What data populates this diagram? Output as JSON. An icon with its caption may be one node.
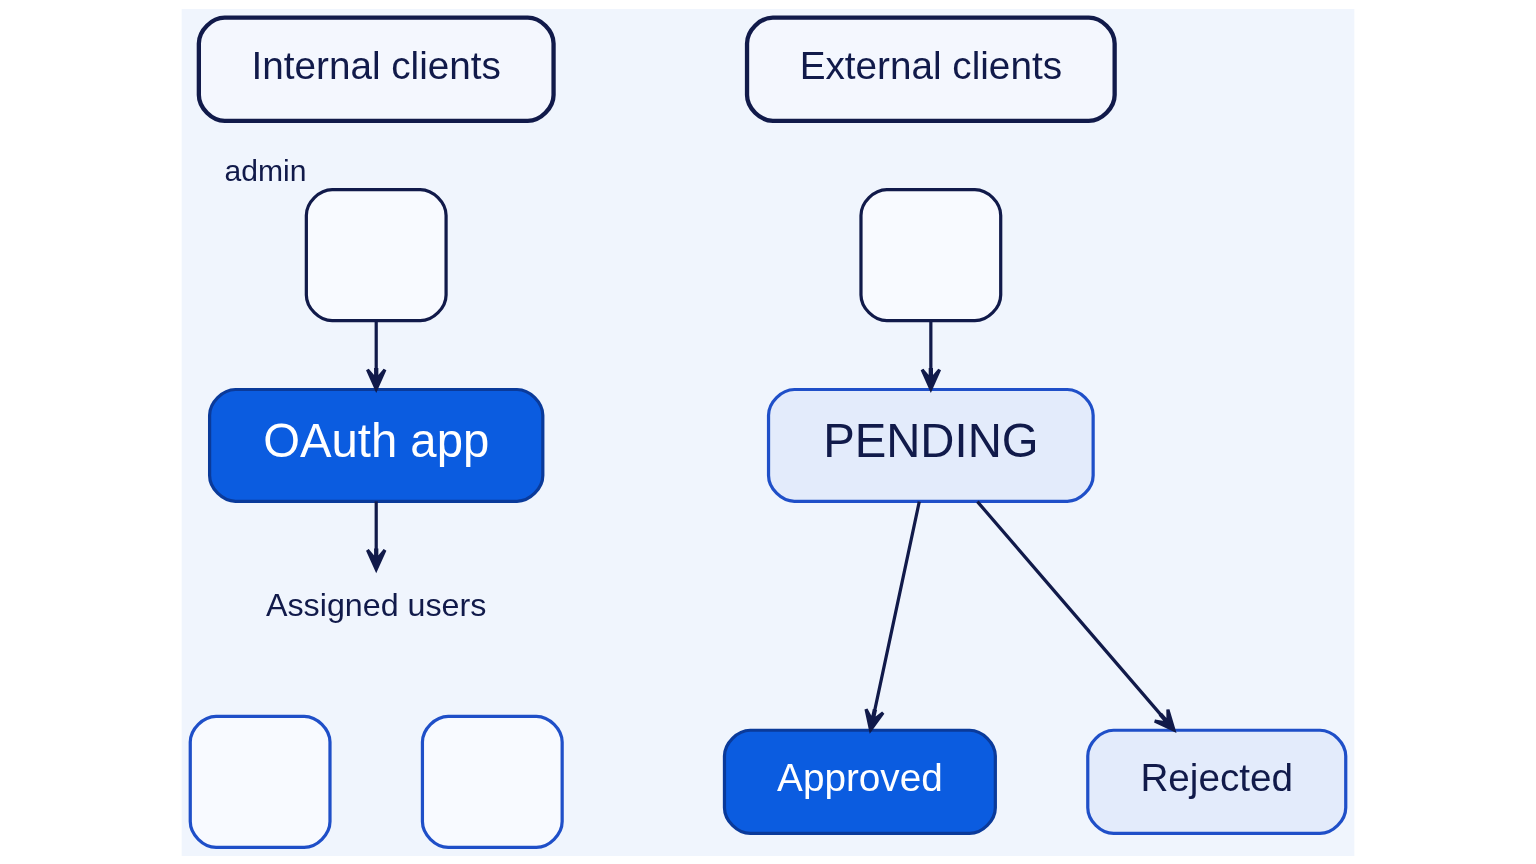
{
  "diagram": {
    "nodes": [
      {
        "text": [
          "Internal clients"
        ]
      },
      {
        "text": [],
        "shape": "person",
        "beside": [
          "admin"
        ]
      },
      {
        "text": [
          "OAuth app"
        ]
      },
      {
        "text": [
          "Assigned users"
        ]
      },
      {
        "text": [],
        "shape": "person"
      },
      {
        "text": [],
        "shape": "person"
      },
      {
        "text": [
          "External clients"
        ]
      },
      {
        "text": [],
        "shape": "person"
      },
      {
        "text": [
          "PENDING"
        ]
      },
      {
        "text": [
          "Approved"
        ]
      },
      {
        "text": [
          "Rejected"
        ]
      }
    ],
    "edges": [
      {
        "from": 1,
        "to": 2,
        "arrow": "to"
      },
      {
        "from": 2,
        "to": 3,
        "arrow": "to"
      },
      {
        "from": 7,
        "to": 8,
        "arrow": "to"
      },
      {
        "from": 8,
        "to": 9,
        "arrow": "to"
      },
      {
        "from": 8,
        "to": 10,
        "arrow": "to"
      }
    ]
  }
}
